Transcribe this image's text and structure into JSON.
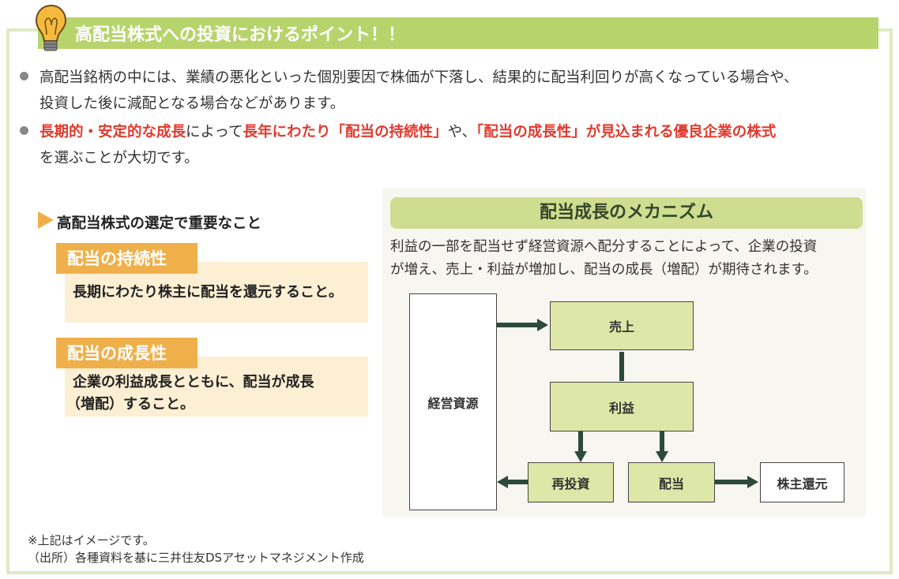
{
  "header": {
    "title": "高配当株式への投資におけるポイント！！",
    "icon": "lightbulb-icon"
  },
  "bullets": [
    {
      "line1": "高配当銘柄の中には、業績の悪化といった個別要因で株価が下落し、結果的に配当利回りが高くなっている場合や、",
      "line2": "投資した後に減配となる場合などがあります。"
    },
    {
      "r1": "長期的・安定的な成長",
      "t1": "によって",
      "r2": "長年にわたり「配当の持続性」",
      "t2": "や、",
      "r3": "「配当の成長性」が見込まれる優良企業の株式",
      "line2": "を選ぶことが大切です。"
    }
  ],
  "left": {
    "heading": "高配当株式の選定で重要なこと",
    "items": [
      {
        "label": "配当の持続性",
        "text1": "長期にわたり株主に配当を還元すること。",
        "text2": ""
      },
      {
        "label": "配当の成長性",
        "text1": "企業の利益成長とともに、配当が成長",
        "text2": "（増配）すること。"
      }
    ]
  },
  "right": {
    "title": "配当成長のメカニズム",
    "desc1": "利益の一部を配当せず経営資源へ配分することによって、企業の投資",
    "desc2": "が増え、売上・利益が増加し、配当の成長（増配）が期待されます。",
    "boxes": {
      "resources": "経営資源",
      "sales": "売上",
      "profit": "利益",
      "reinvest": "再投資",
      "dividend": "配当",
      "return": "株主還元"
    }
  },
  "footer": {
    "note": "※上記はイメージです。",
    "source": "（出所）各種資料を基に三井住友DSアセットマネジメント作成"
  },
  "colors": {
    "green": "#b7d46c",
    "orange": "#efb04b",
    "red": "#e03a2e",
    "arrow": "#2d4a3c"
  }
}
